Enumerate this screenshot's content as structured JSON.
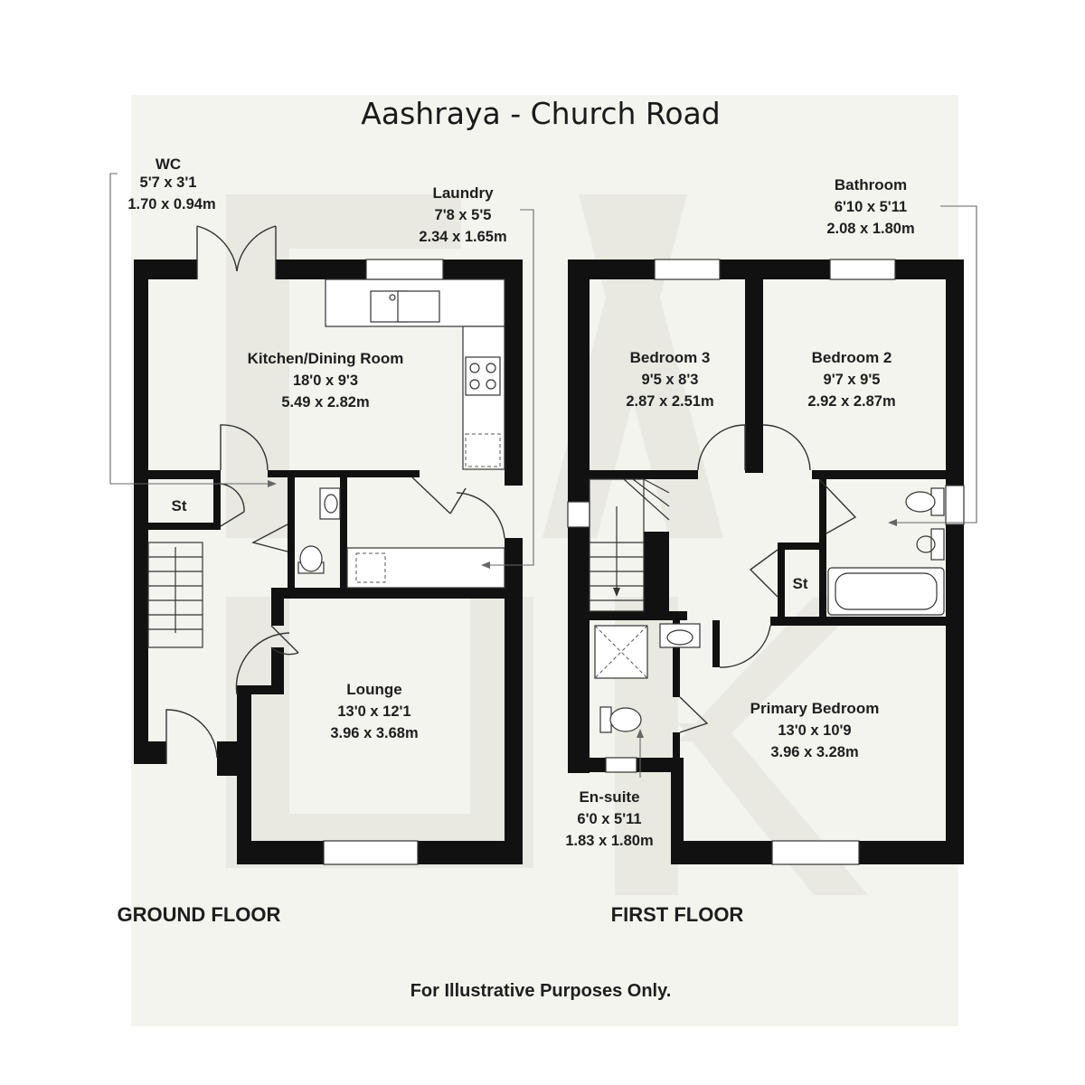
{
  "title": "Aashraya - Church Road",
  "floors": {
    "ground": "GROUND FLOOR",
    "first": "FIRST FLOOR"
  },
  "rooms": {
    "wc": {
      "name": "WC",
      "imperial": "5'7 x 3'1",
      "metric": "1.70 x 0.94m"
    },
    "laundry": {
      "name": "Laundry",
      "imperial": "7'8 x 5'5",
      "metric": "2.34 x 1.65m"
    },
    "kitchen": {
      "name": "Kitchen/Dining Room",
      "imperial": "18'0 x 9'3",
      "metric": "5.49 x 2.82m"
    },
    "st_ground": {
      "name": "St"
    },
    "lounge": {
      "name": "Lounge",
      "imperial": "13'0 x 12'1",
      "metric": "3.96 x 3.68m"
    },
    "bathroom": {
      "name": "Bathroom",
      "imperial": "6'10 x 5'11",
      "metric": "2.08 x 1.80m"
    },
    "bedroom3": {
      "name": "Bedroom 3",
      "imperial": "9'5 x 8'3",
      "metric": "2.87 x 2.51m"
    },
    "bedroom2": {
      "name": "Bedroom 2",
      "imperial": "9'7 x 9'5",
      "metric": "2.92 x 2.87m"
    },
    "st_first": {
      "name": "St"
    },
    "primary": {
      "name": "Primary Bedroom",
      "imperial": "13'0 x 10'9",
      "metric": "3.96 x 3.28m"
    },
    "ensuite": {
      "name": "En-suite",
      "imperial": "6'0 x 5'11",
      "metric": "1.83 x 1.80m"
    }
  },
  "disclaimer": "For Illustrative Purposes Only.",
  "colors": {
    "walls": "#111111",
    "background": "#ffffff",
    "watermark": "#efefe9"
  }
}
